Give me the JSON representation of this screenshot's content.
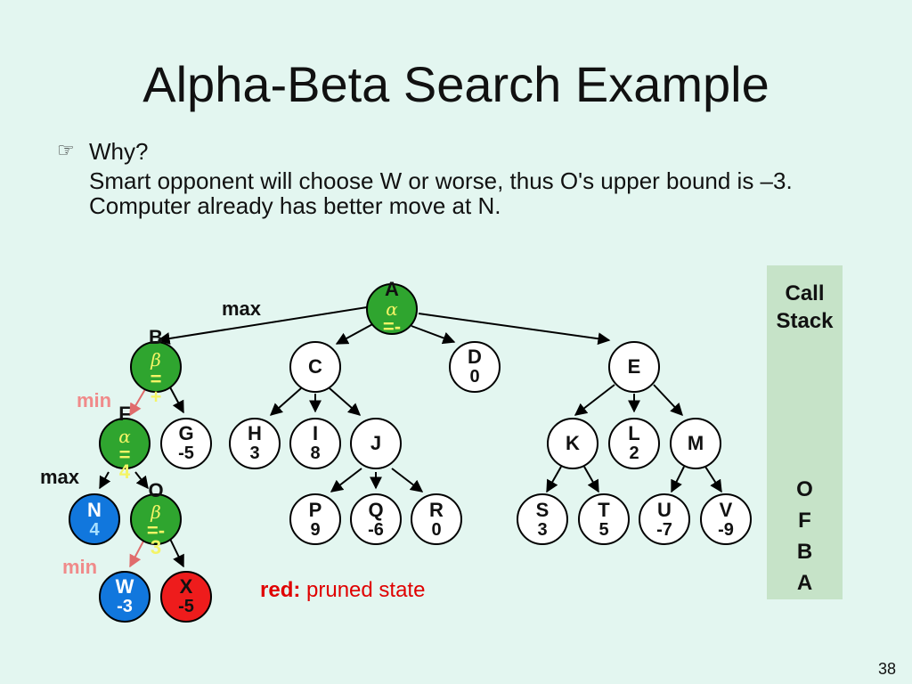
{
  "slide": {
    "title": "Alpha-Beta Search Example",
    "bullet_icon": "pointing-hand-icon",
    "bullet_head": "Why?",
    "bullet_line1": "Smart opponent will choose W or worse, thus O's upper bound is –3.",
    "bullet_line2": "Computer already has better move at N.",
    "page_number": "38"
  },
  "call_stack": {
    "title": "Call Stack",
    "items": [
      "O",
      "F",
      "B",
      "A"
    ]
  },
  "level_labels": {
    "max1": "max",
    "min1": "min",
    "max2": "max",
    "min2": "min"
  },
  "legend": {
    "key": "red:",
    "text": "pruned state"
  },
  "colors": {
    "active": "#2fa52f",
    "pruned": "#ee1c1c",
    "evaluated": "#1177dd",
    "bound_text": "#f4f466"
  },
  "nodes": {
    "A": {
      "label": "A",
      "bound_sym": "α",
      "bound_val": "=-"
    },
    "B": {
      "label": "B",
      "bound_sym": "β",
      "bound_val": "=",
      "bound_tail": "+"
    },
    "C": {
      "label": "C"
    },
    "D": {
      "label": "D",
      "value": "0"
    },
    "E": {
      "label": "E"
    },
    "F": {
      "label": "F",
      "bound_sym": "α",
      "bound_val": "=",
      "bound_tail": "4"
    },
    "G": {
      "label": "G",
      "value": "-5"
    },
    "H": {
      "label": "H",
      "value": "3"
    },
    "I": {
      "label": "I",
      "value": "8"
    },
    "J": {
      "label": "J"
    },
    "K": {
      "label": "K"
    },
    "L": {
      "label": "L",
      "value": "2"
    },
    "M": {
      "label": "M"
    },
    "N": {
      "label": "N",
      "value": "4"
    },
    "O": {
      "label": "O",
      "bound_sym": "β",
      "bound_val": "=-",
      "bound_tail": "3"
    },
    "P": {
      "label": "P",
      "value": "9"
    },
    "Q": {
      "label": "Q",
      "value": "-6"
    },
    "R": {
      "label": "R",
      "value": "0"
    },
    "S": {
      "label": "S",
      "value": "3"
    },
    "T": {
      "label": "T",
      "value": "5"
    },
    "U": {
      "label": "U",
      "value": "-7"
    },
    "V": {
      "label": "V",
      "value": "-9"
    },
    "W": {
      "label": "W",
      "value": "-3"
    },
    "X": {
      "label": "X",
      "value": "-5"
    }
  }
}
